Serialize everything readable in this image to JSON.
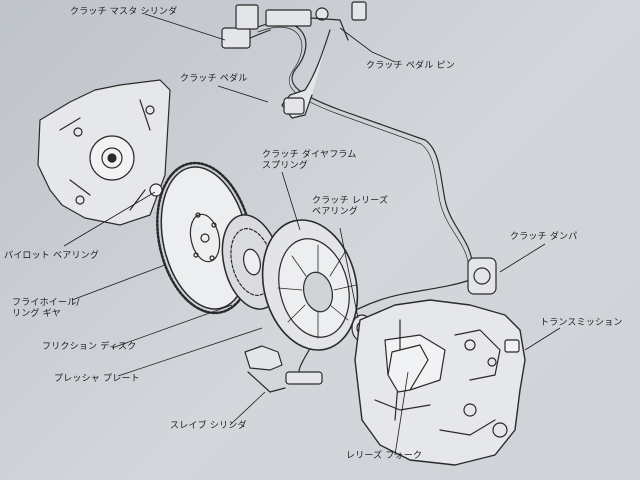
{
  "labels": {
    "master_cylinder": "クラッチ マスタ シリンダ",
    "pedal_pin": "クラッチ ペダル ピン",
    "clutch_pedal": "クラッチ ペダル",
    "diaphragm_line1": "クラッチ ダイヤフラム",
    "diaphragm_line2": "スプリング",
    "release_bearing_line1": "クラッチ レリーズ",
    "release_bearing_line2": "ベアリング",
    "clutch_damper": "クラッチ ダンパ",
    "pilot_bearing": "パイロット ベアリング",
    "transmission": "トランスミッション",
    "flywheel_line1": "フライホイール/",
    "flywheel_line2": "リング ギヤ",
    "friction_disc": "フリクション ディスク",
    "pressure_plate": "プレッシャ プレート",
    "slave_cylinder": "スレイブ シリンダ",
    "release_fork": "レリーズ フォーク"
  }
}
